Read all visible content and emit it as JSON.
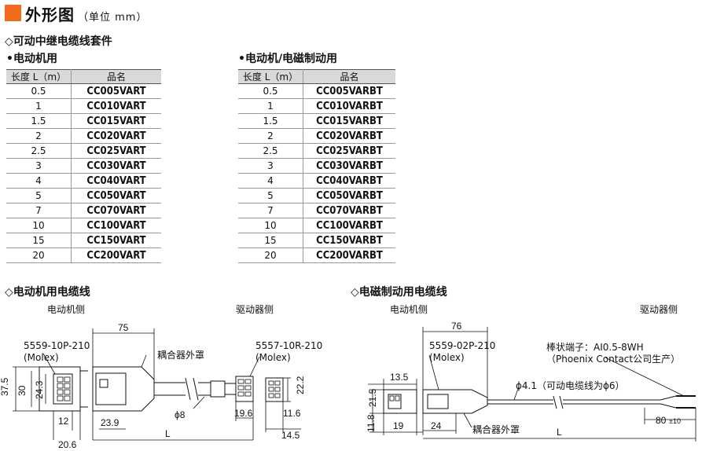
{
  "title": "外形图",
  "title_unit": "（单位 mm）",
  "section_kit": "◇可动中继电缆线套件",
  "table_left": {
    "caption": "•电动机用",
    "headers": [
      "长度 L（m）",
      "品名"
    ],
    "rows": [
      [
        "0.5",
        "CC005VART"
      ],
      [
        "1",
        "CC010VART"
      ],
      [
        "1.5",
        "CC015VART"
      ],
      [
        "2",
        "CC020VART"
      ],
      [
        "2.5",
        "CC025VART"
      ],
      [
        "3",
        "CC030VART"
      ],
      [
        "4",
        "CC040VART"
      ],
      [
        "5",
        "CC050VART"
      ],
      [
        "7",
        "CC070VART"
      ],
      [
        "10",
        "CC100VART"
      ],
      [
        "15",
        "CC150VART"
      ],
      [
        "20",
        "CC200VART"
      ]
    ]
  },
  "table_right": {
    "caption": "•电动机/电磁制动用",
    "headers": [
      "长度 L（m）",
      "品名"
    ],
    "rows": [
      [
        "0.5",
        "CC005VARBT"
      ],
      [
        "1",
        "CC010VARBT"
      ],
      [
        "1.5",
        "CC015VARBT"
      ],
      [
        "2",
        "CC020VARBT"
      ],
      [
        "2.5",
        "CC025VARBT"
      ],
      [
        "3",
        "CC030VARBT"
      ],
      [
        "4",
        "CC040VARBT"
      ],
      [
        "5",
        "CC050VARBT"
      ],
      [
        "7",
        "CC070VARBT"
      ],
      [
        "10",
        "CC100VARBT"
      ],
      [
        "15",
        "CC150VARBT"
      ],
      [
        "20",
        "CC200VARBT"
      ]
    ]
  },
  "drawing_left": {
    "heading": "◇电动机用电缆线",
    "side_motor": "电动机侧",
    "side_driver": "驱动器侧",
    "conn1_part": "5559-10P-210",
    "conn1_maker": "(Molex)",
    "conn2_part": "5557-10R-210",
    "conn2_maker": "(Molex)",
    "coupler_cover": "耦合器外罩",
    "dim_75": "75",
    "dim_37_5": "37.5",
    "dim_30": "30",
    "dim_24_3": "24.3",
    "dim_12": "12",
    "dim_20_6": "20.6",
    "dim_23_9": "23.9",
    "dim_phi8": "ϕ8",
    "dim_L": "L",
    "dim_19_6": "19.6",
    "dim_11_6": "11.6",
    "dim_14_5": "14.5",
    "dim_22_2": "22.2"
  },
  "drawing_right": {
    "heading": "◇电磁制动用电缆线",
    "side_motor": "电动机侧",
    "side_driver": "驱动器侧",
    "conn1_part": "5559-02P-210",
    "conn1_maker": "(Molex)",
    "terminal_label": "棒状端子：AI0.5-8WH",
    "terminal_maker": "（Phoenix Contact公司生产）",
    "cable_note": "ϕ4.1（可动电缆线为ϕ6）",
    "coupler_cover": "耦合器外罩",
    "dim_76": "76",
    "dim_13_5": "13.5",
    "dim_21_5": "21.5",
    "dim_11_8": "11.8",
    "dim_19": "19",
    "dim_24": "24",
    "dim_L": "L",
    "dim_80": "80",
    "dim_80_tol": "±10"
  }
}
